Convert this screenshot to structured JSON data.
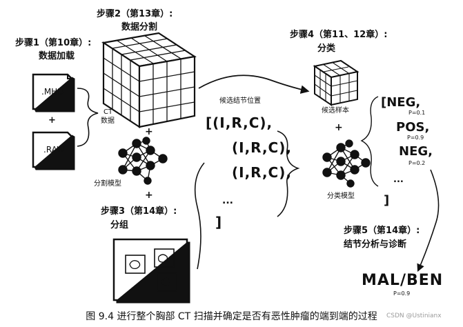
{
  "step1": {
    "title": "步骤1（第10章）:",
    "subtitle": "数据加载"
  },
  "files": {
    "mhd": ".MHD",
    "plus": "+",
    "raw": ".RAW"
  },
  "ct_label": {
    "line1": "CT",
    "line2": "数据"
  },
  "step2": {
    "title": "步骤2（第13章）:",
    "subtitle": "数据分割"
  },
  "seg_model_label": "分割模型",
  "step3": {
    "title": "步骤3（第14章）:",
    "subtitle": "分组"
  },
  "candidate_positions": {
    "label": "候选结节位置",
    "lines": [
      "[(I,R,C),",
      "(I,R,C),",
      "(I,R,C),"
    ],
    "ellipsis": "...",
    "close": "]"
  },
  "step4": {
    "title": "步骤4（第11、12章）:",
    "subtitle": "分类"
  },
  "candidate_sample_label": "候选样本",
  "cls_model_label": "分类模型",
  "results": {
    "open": "[NEG,",
    "p1": "P=0.1",
    "pos": "POS,",
    "p2": "P=0.9",
    "neg2": "NEG,",
    "p3": "P=0.2",
    "ellipsis": "...",
    "close": "]"
  },
  "step5": {
    "title": "步骤5（第14章）:",
    "subtitle": "结节分析与诊断"
  },
  "final": {
    "label": "MAL/BEN",
    "p": "P=0.9"
  },
  "plus_sign": "+",
  "caption": "图 9.4    进行整个胸部 CT 扫描并确定是否有恶性肿瘤的端到端的过程",
  "watermark": "CSDN @Ustinianx"
}
